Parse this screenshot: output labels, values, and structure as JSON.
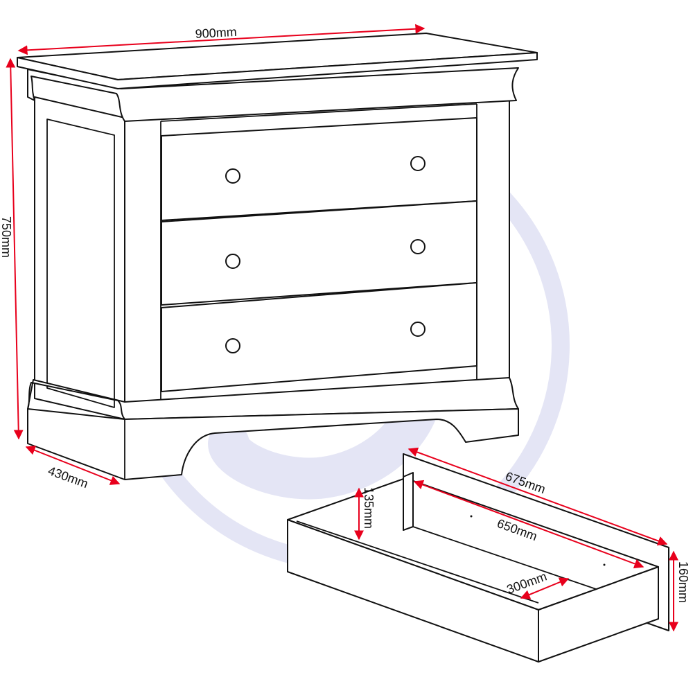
{
  "watermark": {
    "glyph": "S",
    "color": "#e4e5f5"
  },
  "colors": {
    "dimension_line": "#e8001c",
    "outline": "#111111"
  },
  "dimensions": {
    "width": "900mm",
    "height": "750mm",
    "depth": "430mm",
    "drawer_outer_length": "675mm",
    "drawer_inner_height": "135mm",
    "drawer_inner_length": "650mm",
    "drawer_inner_width": "300mm",
    "drawer_outer_height": "160mm"
  }
}
